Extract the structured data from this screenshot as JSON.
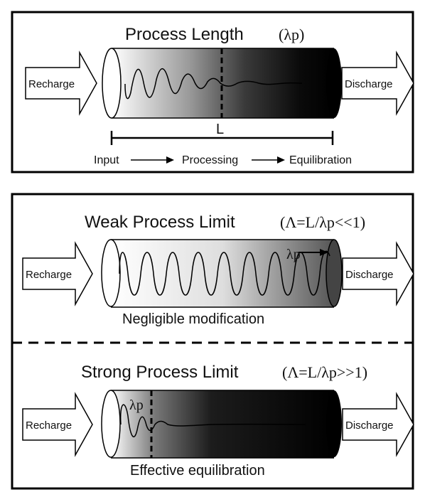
{
  "panel_top": {
    "title": "Process Length",
    "title_symbol": "(λp)",
    "recharge_label": "Recharge",
    "discharge_label": "Discharge",
    "length_label": "L",
    "flow": {
      "input": "Input",
      "processing": "Processing",
      "equilibration": "Equilibration"
    }
  },
  "panel_weak": {
    "title": "Weak Process Limit",
    "title_symbol": "(Λ=L/λp<<1)",
    "recharge_label": "Recharge",
    "discharge_label": "Discharge",
    "wavelength_label": "λp",
    "caption": "Negligible modification"
  },
  "panel_strong": {
    "title": "Strong Process Limit",
    "title_symbol": "(Λ=L/λp>>1)",
    "recharge_label": "Recharge",
    "discharge_label": "Discharge",
    "wavelength_label": "λp",
    "caption": "Effective equilibration"
  }
}
